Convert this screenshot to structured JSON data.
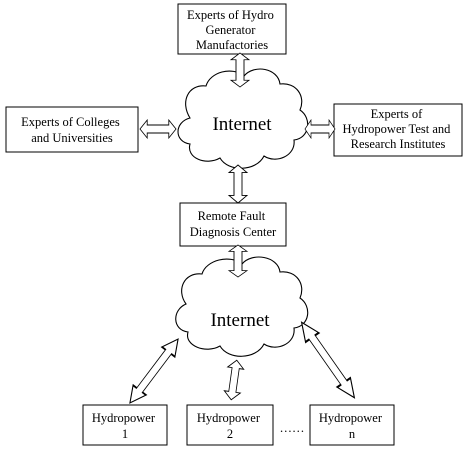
{
  "boxes": {
    "manufactories": [
      "Experts of Hydro",
      "Generator",
      "Manufactories"
    ],
    "colleges": [
      "Experts of Colleges",
      "and Universities"
    ],
    "institutes": [
      "Experts of",
      "Hydropower Test and",
      "Research Institutes"
    ],
    "center": [
      "Remote Fault",
      "Diagnosis Center"
    ],
    "hydro1": [
      "Hydropower",
      "1"
    ],
    "hydro2": [
      "Hydropower",
      "2"
    ],
    "hydron": [
      "Hydropower",
      "n"
    ]
  },
  "clouds": {
    "top": "Internet",
    "bottom": "Internet"
  },
  "ellipsis": "……"
}
